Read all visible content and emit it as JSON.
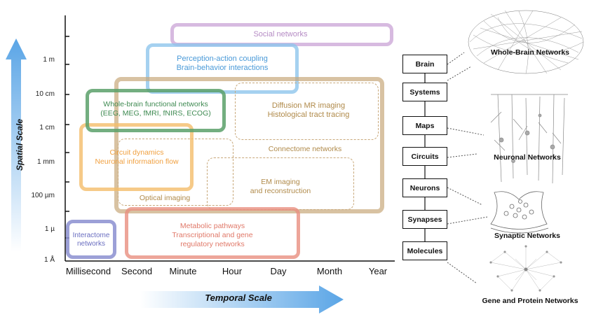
{
  "axes": {
    "y_title": "Spatial Scale",
    "x_title": "Temporal Scale",
    "y_ticks": [
      "1 m",
      "10 cm",
      "1 cm",
      "1 mm",
      "100 µm",
      "1 µ",
      "1 Å"
    ],
    "x_ticks": [
      "Millisecond",
      "Second",
      "Minute",
      "Hour",
      "Day",
      "Month",
      "Year"
    ]
  },
  "regions": {
    "social": "Social networks",
    "perception_1": "Perception-action coupling",
    "perception_2": "Brain-behavior interactions",
    "wholebrain_1": "Whole-brain functional networks",
    "wholebrain_2": "(EEG, MEG, fMRI, fNIRS, ECOG)",
    "diffusion_1": "Diffusion MR imaging",
    "diffusion_2": "Histological tract tracing",
    "connectome": "Connectome networks",
    "circuit_1": "Circuit dynamics",
    "circuit_2": "Neuronal information flow",
    "optical": "Optical imaging",
    "em_1": "EM imaging",
    "em_2": "and reconstruction",
    "interactome_1": "Interactome",
    "interactome_2": "networks",
    "metabolic_1": "Metabolic pathways",
    "metabolic_2": "Transcriptional and gene",
    "metabolic_3": "regulatory networks"
  },
  "levels": [
    "Brain",
    "Systems",
    "Maps",
    "Circuits",
    "Neurons",
    "Synapses",
    "Molecules"
  ],
  "network_labels": {
    "whole_brain": "Whole-Brain Networks",
    "neuronal": "Neuronal Networks",
    "synaptic": "Synaptic Networks",
    "gene_protein": "Gene and Protein Networks"
  },
  "colors": {
    "social": "#c9a3d6",
    "perception": "#8ec5ec",
    "wholebrain": "#5aa06a",
    "connectome": "#c8a87a",
    "circuit": "#f4bd6a",
    "metabolic": "#e98f7f",
    "interactome": "#8b8fd0",
    "arrow": "#5aa5e6",
    "orange_text": "#f0a040",
    "brown_text": "#b08a4a"
  }
}
